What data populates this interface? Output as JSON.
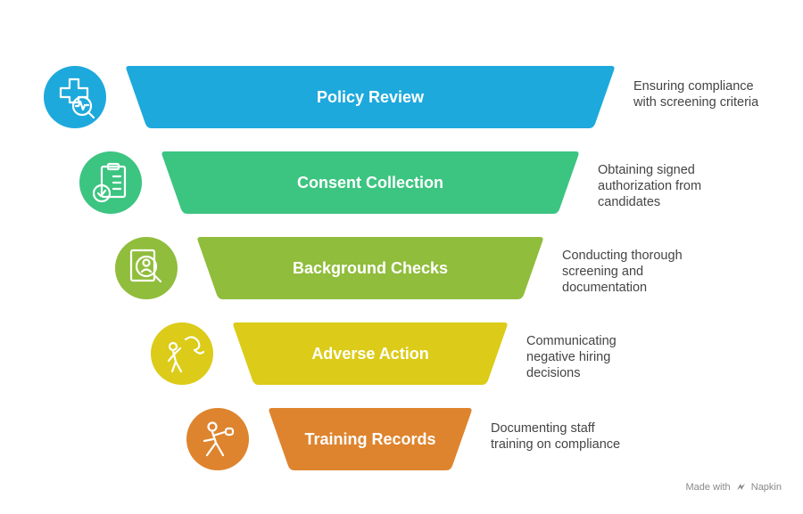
{
  "stages": [
    {
      "title": "Policy Review",
      "color": "#1ea9dc",
      "icon": "medical-cross-chart-icon",
      "description": [
        "Ensuring compliance",
        "with screening criteria"
      ]
    },
    {
      "title": "Consent Collection",
      "color": "#3cc481",
      "icon": "clipboard-check-icon",
      "description": [
        "Obtaining signed",
        "authorization from",
        "candidates"
      ]
    },
    {
      "title": "Background Checks",
      "color": "#90bd3c",
      "icon": "document-magnifier-icon",
      "description": [
        "Conducting thorough",
        "screening and",
        "documentation"
      ]
    },
    {
      "title": "Adverse Action",
      "color": "#dccb18",
      "icon": "person-throwing-icon",
      "description": [
        "Communicating",
        "negative hiring",
        "decisions"
      ]
    },
    {
      "title": "Training Records",
      "color": "#de842e",
      "icon": "person-punching-icon",
      "description": [
        "Documenting staff",
        "training on compliance"
      ]
    }
  ],
  "footer": {
    "made_with": "Made with",
    "brand": "Napkin"
  }
}
